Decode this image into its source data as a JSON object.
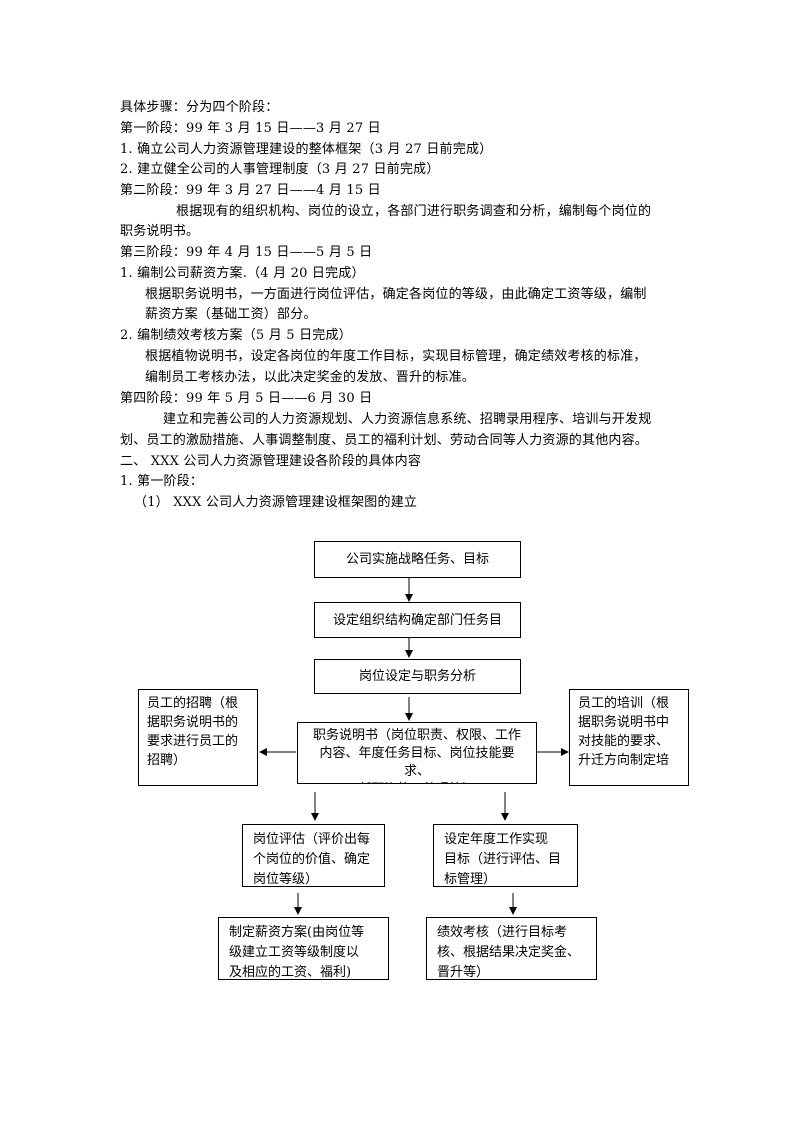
{
  "text_lines": [
    "具体步骤：分为四个阶段：",
    "第一阶段：99 年 3 月 15 日——3 月 27 日",
    "1.  确立公司人力资源管理建设的整体框架（3 月 27 日前完成）",
    "2.  建立健全公司的人事管理制度（3 月 27 日前完成）",
    "第二阶段：99 年 3 月 27 日——4 月 15 日",
    "根据现有的组织机构、岗位的设立，各部门进行职务调查和分析，编制每个岗位的",
    "职务说明书。",
    "第三阶段：99 年 4 月 15 日——5 月 5 日",
    "1.  编制公司薪资方案.（4 月 20 日完成）",
    "根据职务说明书，一方面进行岗位评估，确定各岗位的等级，由此确定工资等级，编制",
    "薪资方案（基础工资）部分。",
    "2.  编制绩效考核方案（5 月 5 日完成）",
    "根据植物说明书，设定各岗位的年度工作目标，实现目标管理，确定绩效考核的标准，",
    "编制员工考核办法，以此决定奖金的发放、晋升的标准。",
    "第四阶段：99 年 5 月 5 日——6 月 30 日",
    "建立和完善公司的人力资源规划、人力资源信息系统、招聘录用程序、培训与开发规",
    "划、员工的激励措施、人事调整制度、员工的福利计划、劳动合同等人力资源的其他内容。",
    "二、 XXX 公司人力资源管理建设各阶段的具体内容",
    "1.  第一阶段：",
    "（1） XXX 公司人力资源管理建设框架图的建立"
  ],
  "flowchart": {
    "strategy": "公司实施战略任务、目标",
    "org_structure": "设定组织结构确定部门任务目",
    "position_design": "岗位设定与职务分析",
    "recruitment": "员工的招聘（根\n据职务说明书的\n要求进行员工的\n招聘）",
    "job_description": "职务说明书（岗位职责、权限、工作\n内容、年度任务目标、岗位技能要求、\n任职资格、待遇等）",
    "training": "员工的培训（根\n据职务说明书中\n对技能的要求、\n升迁方向制定培",
    "job_evaluation": "岗位评估（评价出每\n个岗位的价值、确定\n岗位等级）",
    "annual_targets": "设定年度工作实现\n目标（进行评估、目\n标管理）",
    "salary_plan": "制定薪资方案(由岗位等\n级建立工资等级制度以\n及相应的工资、福利)",
    "performance": "绩效考核（进行目标考\n核、根据结果决定奖金、\n晋升等）"
  }
}
